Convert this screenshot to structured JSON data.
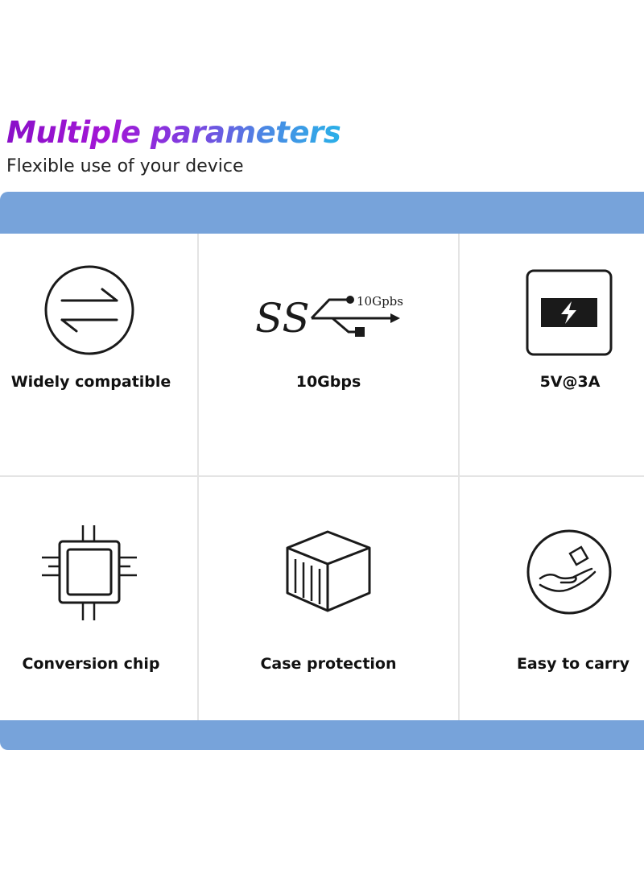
{
  "header": {
    "title": "Multiple parameters",
    "subtitle": "Flexible use of your device"
  },
  "features": [
    {
      "label": "Widely compatible",
      "icon": "swap-arrows-icon"
    },
    {
      "label": "10Gbps",
      "icon": "usb-superspeed-icon",
      "icon_text": "10Gpbs"
    },
    {
      "label": "5V@3A",
      "icon": "fast-charge-icon"
    },
    {
      "label": "Conversion chip",
      "icon": "chip-icon"
    },
    {
      "label": "Case protection",
      "icon": "container-case-icon"
    },
    {
      "label": "Easy to carry",
      "icon": "hand-holding-icon"
    }
  ],
  "colors": {
    "band": "#77a3da",
    "title_gradient_start": "#8a10c8",
    "title_gradient_end": "#2ab0e8",
    "grid_line": "#e4e4e4",
    "icon_stroke": "#1a1a1a"
  }
}
